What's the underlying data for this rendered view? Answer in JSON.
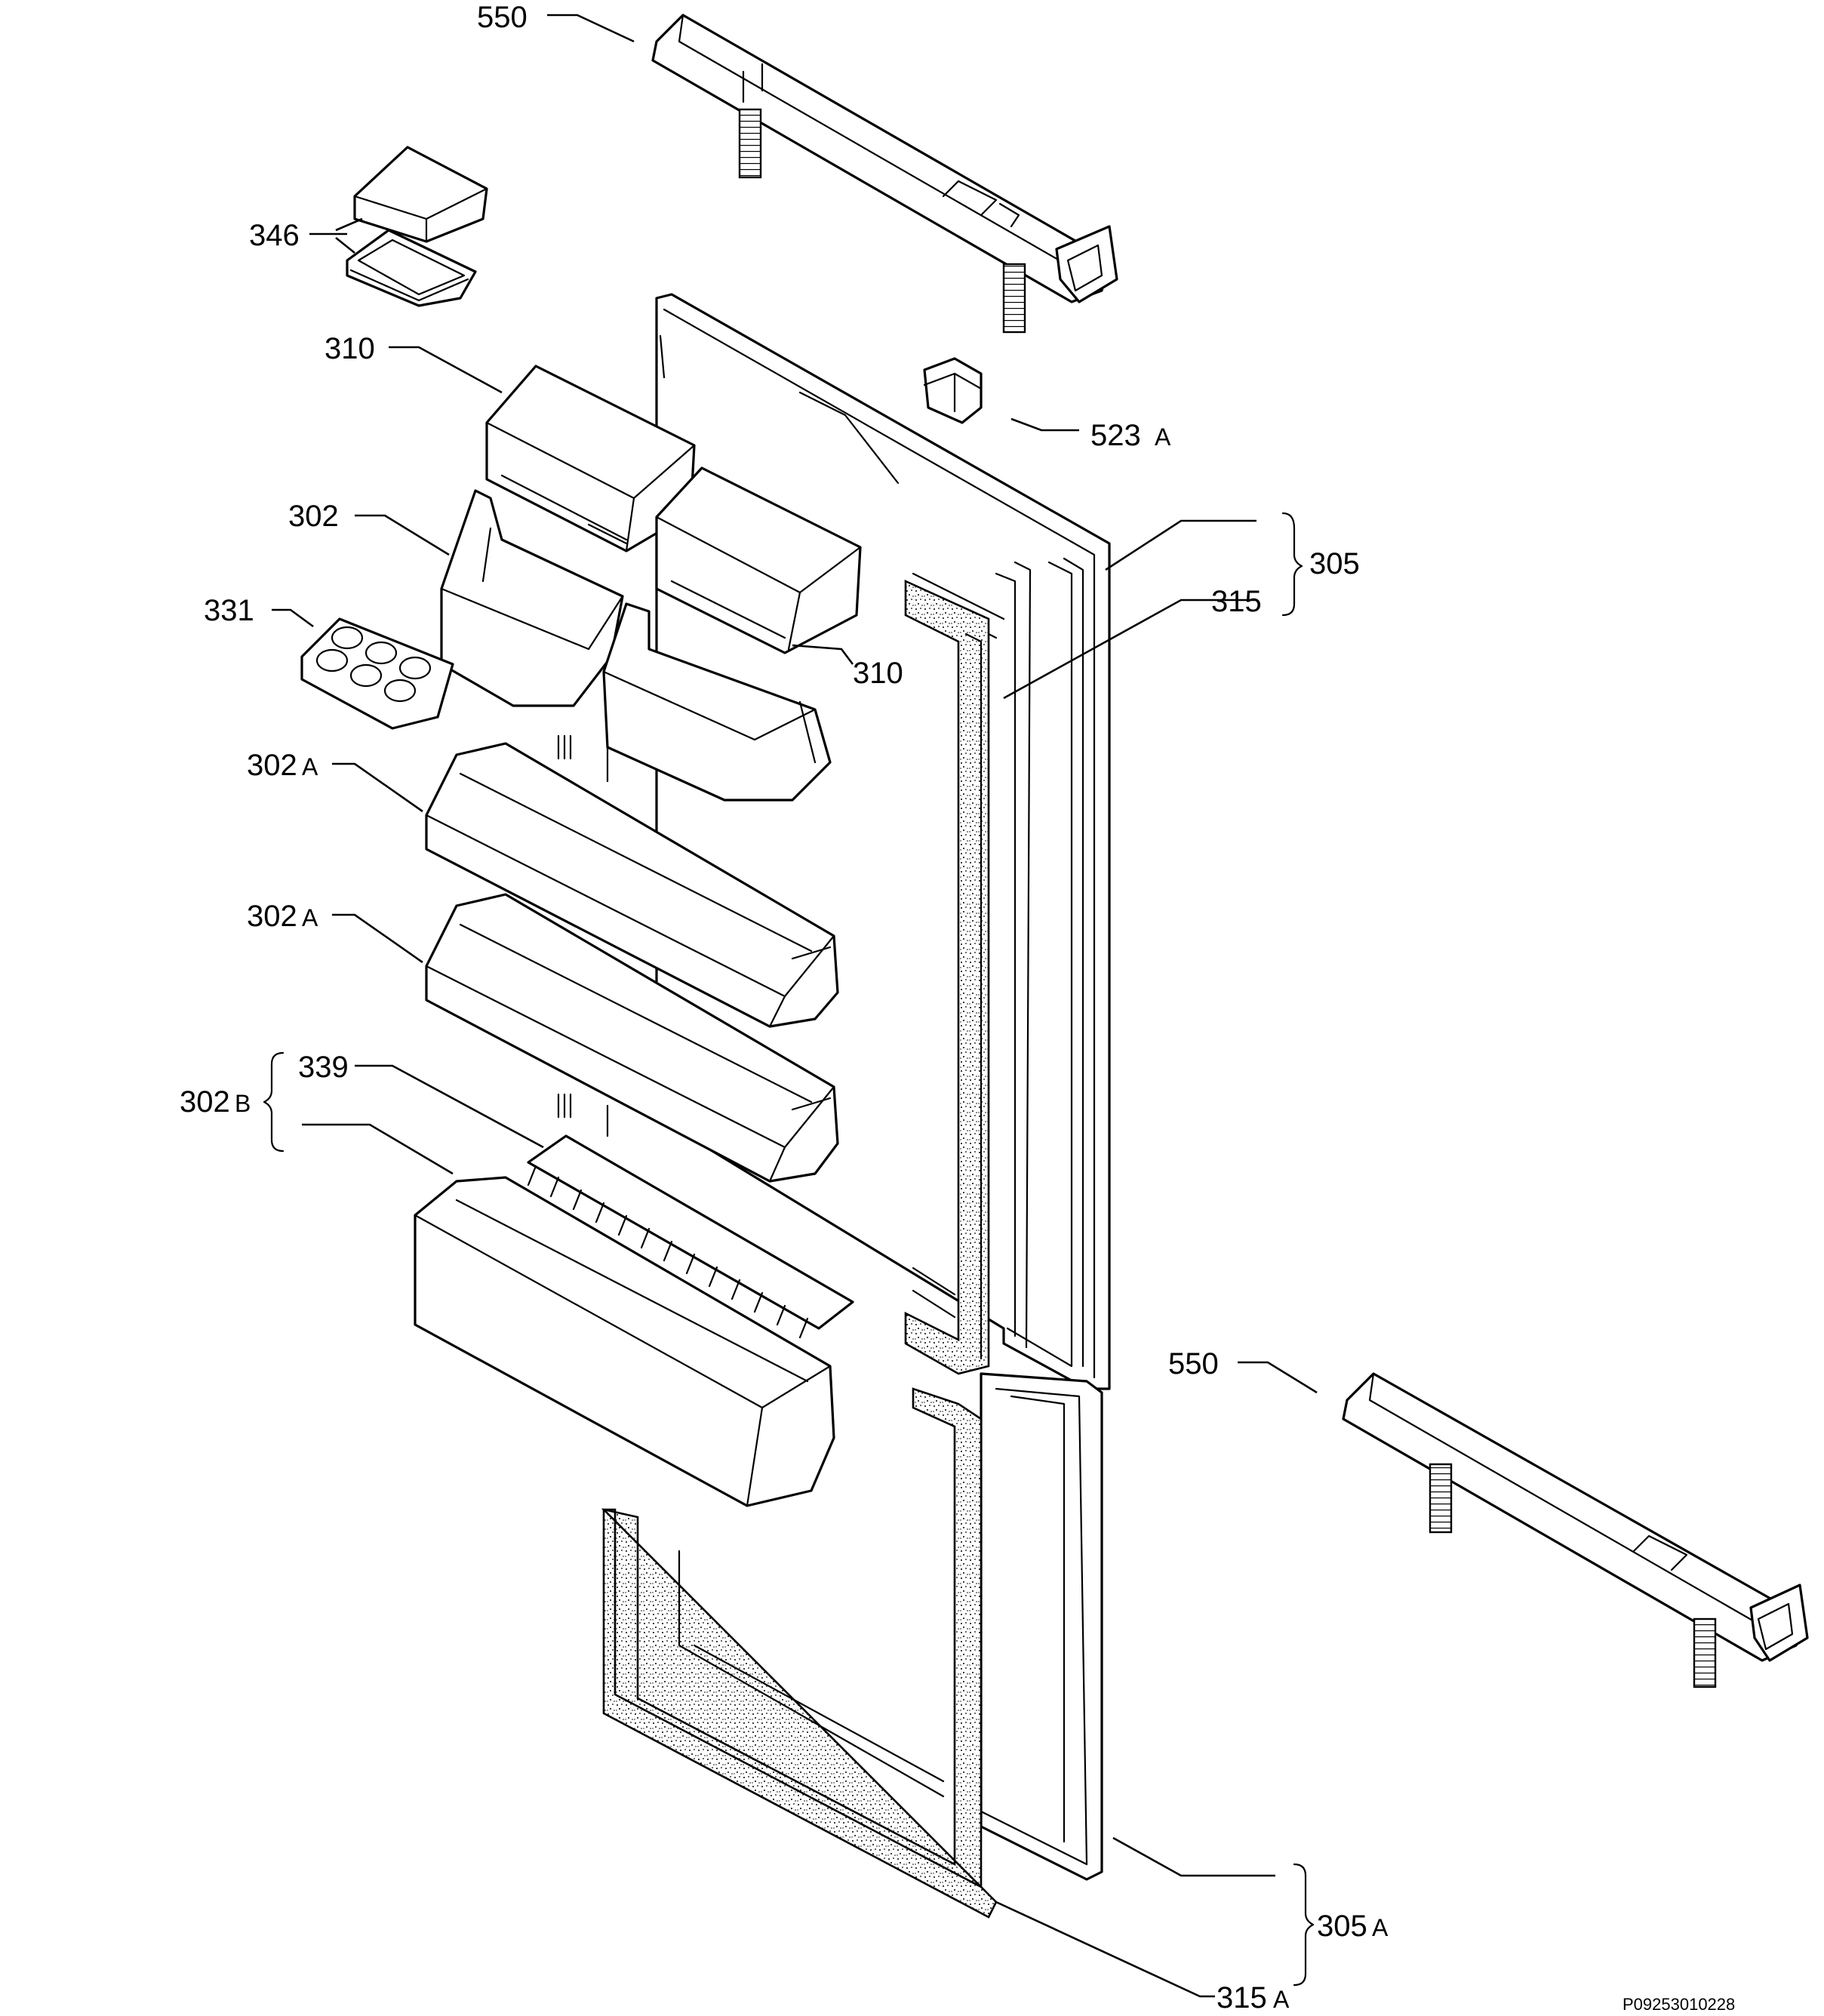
{
  "diagram": {
    "type": "exploded-parts-view",
    "callouts": [
      {
        "id": "550-top",
        "label": "550",
        "suffix": ""
      },
      {
        "id": "346",
        "label": "346",
        "suffix": ""
      },
      {
        "id": "310-top",
        "label": "310",
        "suffix": ""
      },
      {
        "id": "523a",
        "label": "523",
        "suffix": "A"
      },
      {
        "id": "302",
        "label": "302",
        "suffix": ""
      },
      {
        "id": "305",
        "label": "305",
        "suffix": ""
      },
      {
        "id": "315",
        "label": "315",
        "suffix": ""
      },
      {
        "id": "331",
        "label": "331",
        "suffix": ""
      },
      {
        "id": "310-mid",
        "label": "310",
        "suffix": ""
      },
      {
        "id": "302a-1",
        "label": "302",
        "suffix": "A"
      },
      {
        "id": "302a-2",
        "label": "302",
        "suffix": "A"
      },
      {
        "id": "302b",
        "label": "302",
        "suffix": "B"
      },
      {
        "id": "339",
        "label": "339",
        "suffix": ""
      },
      {
        "id": "550-bottom",
        "label": "550",
        "suffix": ""
      },
      {
        "id": "305a",
        "label": "305",
        "suffix": "A"
      },
      {
        "id": "315a",
        "label": "315",
        "suffix": "A"
      }
    ],
    "drawing_code": "P09253010228"
  }
}
